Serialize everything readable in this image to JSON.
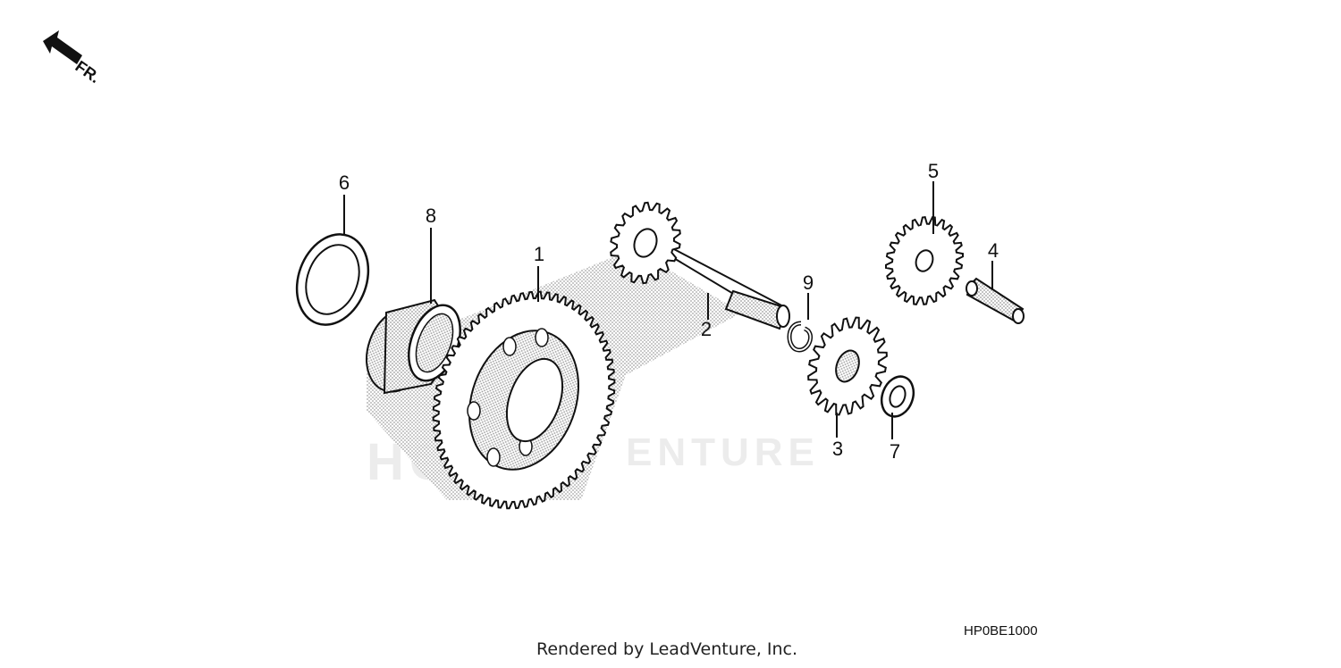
{
  "orientation": {
    "arrow_label": "FR."
  },
  "watermark": {
    "brand": "HONDA",
    "text": "ENTURE"
  },
  "callouts": {
    "c1": "1",
    "c2": "2",
    "c3": "3",
    "c4": "4",
    "c5": "5",
    "c6": "6",
    "c7": "7",
    "c8": "8",
    "c9": "9"
  },
  "footer": {
    "diagram_code": "HP0BE1000",
    "credit": "Rendered by LeadVenture, Inc."
  },
  "colors": {
    "line": "#111111",
    "shade": "#bdbdbd",
    "watermark": "#ececec"
  },
  "icons": {
    "arrow": "front-direction-arrow-icon"
  }
}
